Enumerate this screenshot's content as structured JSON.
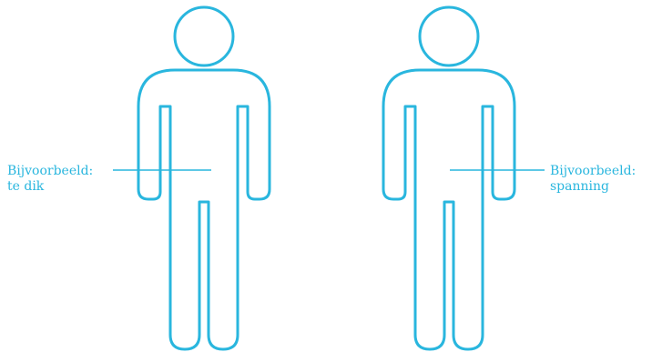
{
  "colors": {
    "line": "#29b6de",
    "text": "#29b6de"
  },
  "figures": [
    {
      "id": "left",
      "label_lines": [
        "Bijvoorbeeld:",
        "te dik"
      ]
    },
    {
      "id": "right",
      "label_lines": [
        "Bijvoorbeeld:",
        "spanning"
      ]
    }
  ]
}
